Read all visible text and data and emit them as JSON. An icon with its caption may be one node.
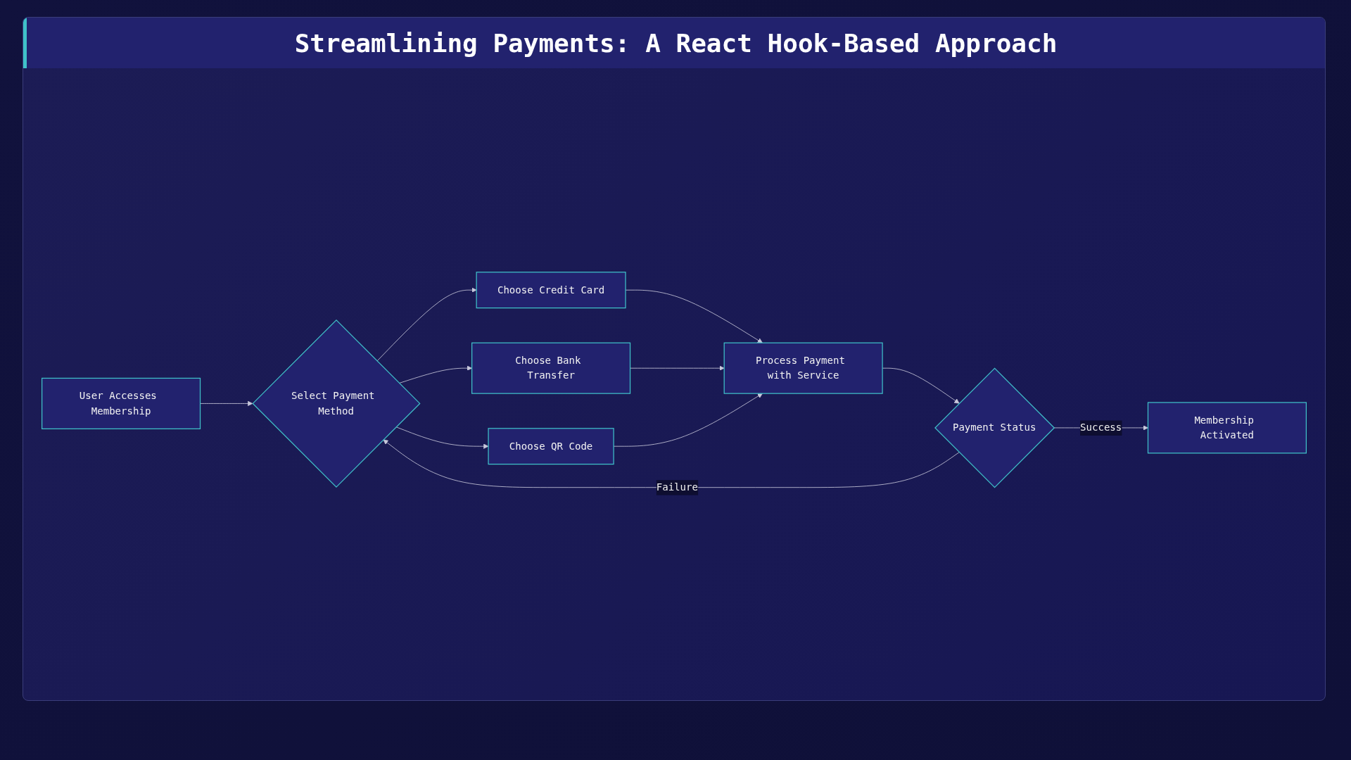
{
  "diagram": {
    "title": "Streamlining Payments: A React Hook-Based Approach",
    "nodes": [
      {
        "text": [
          "User Accesses Membership"
        ]
      },
      {
        "text": [
          "Select Payment Method"
        ]
      },
      {
        "text": [
          "Choose Credit Card"
        ]
      },
      {
        "text": [
          "Choose Bank Transfer"
        ]
      },
      {
        "text": [
          "Choose QR Code"
        ]
      },
      {
        "text": [
          "Process Payment with Service"
        ]
      },
      {
        "text": [
          "Payment Status"
        ]
      },
      {
        "text": [
          "Membership Activated"
        ]
      }
    ],
    "edges": [
      {
        "from": 0,
        "to": 1,
        "arrow": "to"
      },
      {
        "from": 1,
        "to": 2,
        "arrow": "to"
      },
      {
        "from": 1,
        "to": 3,
        "arrow": "to"
      },
      {
        "from": 1,
        "to": 4,
        "arrow": "to"
      },
      {
        "from": 2,
        "to": 5,
        "arrow": "to"
      },
      {
        "from": 3,
        "to": 5,
        "arrow": "to"
      },
      {
        "from": 4,
        "to": 5,
        "arrow": "to"
      },
      {
        "from": 5,
        "to": 6,
        "arrow": "to"
      },
      {
        "from": 6,
        "to": 7,
        "label": "Success",
        "arrow": "to"
      },
      {
        "from": 6,
        "to": 1,
        "label": "Failure",
        "arrow": "to"
      }
    ]
  }
}
